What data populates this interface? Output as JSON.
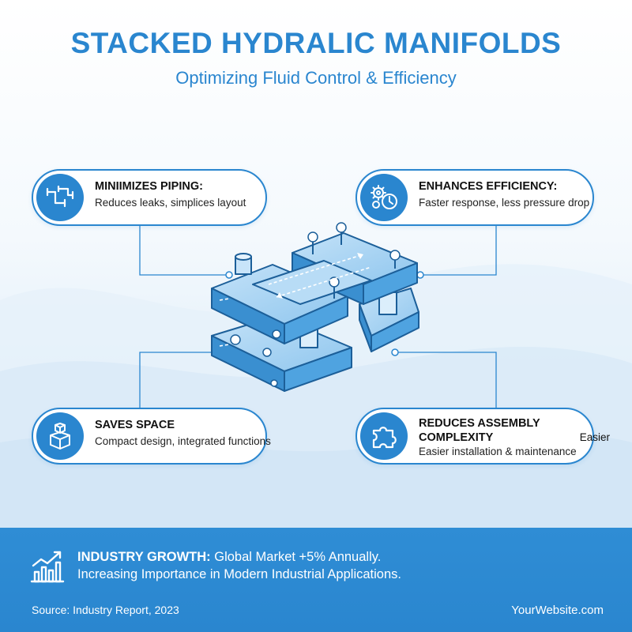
{
  "header": {
    "title": "STACKED HYDRALIC MANIFOLDS",
    "subtitle": "Optimizing Fluid Control & Efficiency"
  },
  "cards": {
    "top_left": {
      "icon": "pipes-icon",
      "heading": "MINIIMIZES PIPING:",
      "text": "Reduces leaks, simplices layout"
    },
    "top_right": {
      "icon": "gears-clock-icon",
      "heading": "ENHANCES EFFICIENCY:",
      "text": "Faster response, less pressure drop"
    },
    "bottom_left": {
      "icon": "stacked-cubes-icon",
      "heading": "SAVES SPACE",
      "text": "Compact design, integrated functions"
    },
    "bottom_right": {
      "icon": "puzzle-piece-icon",
      "heading": "REDUCES ASSEMBLY COMPLEXITY",
      "heading_suffix": " Easier",
      "text": "Easier installation & maintenance"
    }
  },
  "footer": {
    "icon": "growth-chart-icon",
    "growth_label": "INDUSTRY GROWTH:",
    "growth_text": " Global Market +5% Annually.",
    "growth_line2": "Increasing Importance in Modern Industrial Applications.",
    "source": "Source: Industry Report, 2023",
    "website": "YourWebsite.com"
  },
  "colors": {
    "accent": "#2a86cf",
    "block_top": "#a9d3f2",
    "block_side": "#4fa3e0",
    "block_edge": "#1c5f99"
  }
}
